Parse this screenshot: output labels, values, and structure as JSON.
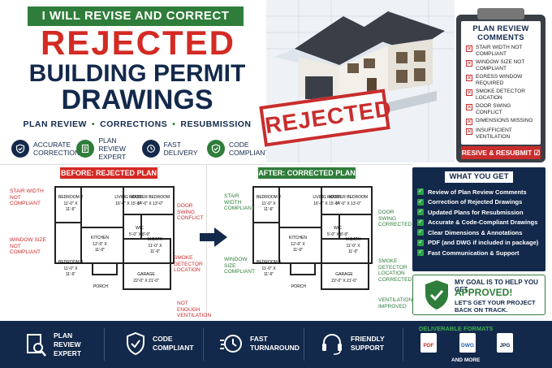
{
  "banner": "I WILL REVISE AND CORRECT",
  "headline": {
    "line1": "REJECTED",
    "line2": "BUILDING PERMIT",
    "line3": "DRAWINGS"
  },
  "tagline": [
    "PLAN REVIEW",
    "CORRECTIONS",
    "RESUBMISSION"
  ],
  "tagline_sep": "•",
  "badges": [
    {
      "icon": "shield-check-icon",
      "label": "ACCURATE CORRECTIONS",
      "color": "#13294b"
    },
    {
      "icon": "document-icon",
      "label": "PLAN REVIEW EXPERT",
      "color": "#2f7d3a"
    },
    {
      "icon": "clock-icon",
      "label": "FAST DELIVERY",
      "color": "#13294b"
    },
    {
      "icon": "shield-check-icon",
      "label": "CODE COMPLIANT",
      "color": "#2f7d3a"
    }
  ],
  "stamp": "REJECTED",
  "clipboard": {
    "title": "PLAN REVIEW COMMENTS",
    "items": [
      "STAIR WIDTH NOT COMPLIANT",
      "WINDOW SIZE NOT COMPLIANT",
      "EGRESS WINDOW REQUIRED",
      "SMOKE DETECTOR LOCATION",
      "DOOR SWING CONFLICT",
      "DIMENSIONS MISSING",
      "INSUFFICIENT VENTILATION"
    ],
    "mark": "✕",
    "button": "RESIVE & RESUBMIT",
    "button_check": "☑"
  },
  "before": {
    "title": "BEFORE: REJECTED PLAN",
    "rooms": [
      "BEDROOM 2",
      "LIVING ROOM",
      "MASTER BEDROOM",
      "KITCHEN",
      "WIC",
      "M.BATH",
      "BEDROOM 3",
      "GARAGE",
      "PORCH"
    ],
    "dims": [
      "11'-0\" X 11'-6\"",
      "16'-0\" X 15'-0\"",
      "14'-0\" X 13'-0\"",
      "12'-0\" X 11'-0\"",
      "5'-0\" X 8'-0\"",
      "11'-0\" X 11'-0\"",
      "22'-0\" X 21'-0\""
    ],
    "notes": [
      "STAIR WIDTH NOT COMPLIANT",
      "WINDOW SIZE NOT COMPLIANT",
      "DOOR SWING CONFLICT",
      "SMOKE DETECTOR LOCATION",
      "NOT ENOUGH VENTILATION"
    ]
  },
  "after": {
    "title": "AFTER: CORRECTED PLAN",
    "rooms": [
      "BEDROOM 2",
      "LIVING ROOM",
      "MASTER BEDROOM",
      "KITCHEN",
      "WIC",
      "M.BATH",
      "BEDROOM 3",
      "GARAGE",
      "PORCH"
    ],
    "dims": [
      "11'-0\" X 11'-6\"",
      "16'-0\" X 15'-0\"",
      "14'-0\" X 13'-0\"",
      "12'-0\" X 11'-0\"",
      "5'-0\" X 8'-0\"",
      "11'-0\" X 11'-0\"",
      "22'-0\" X 21'-0\""
    ],
    "notes": [
      "STAIR WIDTH COMPLIANT",
      "WINDOW SIZE COMPLIANT",
      "DOOR SWING CORRECTED",
      "SMOKE DETECTOR LOCATION CORRECTED",
      "VENTILATION IMPROVED"
    ]
  },
  "what_you_get": {
    "title": "WHAT YOU GET",
    "mark": "✓",
    "items": [
      "Review of Plan Review Comments",
      "Correction of Rejected Drawings",
      "Updated Plans for Resubmission",
      "Accurate & Code-Compliant Drawings",
      "Clear Dimensions & Annotations",
      "PDF (and DWG if included in package)",
      "Fast Communication & Support"
    ]
  },
  "goal": {
    "line1": "MY GOAL IS TO HELP YOU GET",
    "line2": "APPROVED!",
    "line3": "LET'S GET YOUR PROJECT BACK ON TRACK."
  },
  "footer": {
    "items": [
      {
        "icon": "magnifier-document-icon",
        "label": "PLAN REVIEW EXPERT"
      },
      {
        "icon": "shield-check-icon",
        "label": "CODE COMPLIANT"
      },
      {
        "icon": "speed-clock-icon",
        "label": "FAST TURNAROUND"
      },
      {
        "icon": "headset-icon",
        "label": "FRIENDLY SUPPORT"
      }
    ],
    "deliverables_title": "DELIVERABLE FORMATS",
    "formats": [
      {
        "label": "PDF",
        "color": "#d42a24"
      },
      {
        "label": "DWG",
        "color": "#1f5fb0"
      },
      {
        "label": "JPG",
        "color": "#13294b"
      }
    ],
    "and_more": "AND MORE"
  },
  "colors": {
    "navy": "#13294b",
    "red": "#d42a24",
    "green": "#2f7d3a"
  }
}
